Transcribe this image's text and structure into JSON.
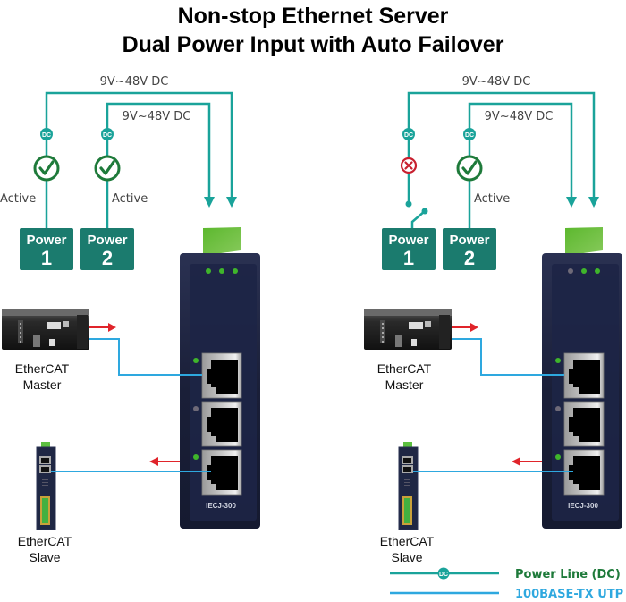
{
  "title": {
    "line1": "Non-stop Ethernet Server",
    "line2": "Dual Power Input with Auto Failover"
  },
  "colors": {
    "power_line": "#1aa39a",
    "utp_line": "#2ea8df",
    "active_green": "#1e7a3a",
    "fail_red": "#c8202f",
    "power_box": "#1b7b6e",
    "arrow_red": "#e0242a",
    "device_body": "#1f2744",
    "connector_green": "#6abf3c"
  },
  "scenarios": [
    {
      "voltage_outer": "9V~48V DC",
      "voltage_inner": "9V~48V DC",
      "dc_badge": "DC",
      "power1": {
        "label": "Power",
        "number": "1",
        "status": "Active",
        "state": "ok"
      },
      "power2": {
        "label": "Power",
        "number": "2",
        "status": "Active",
        "state": "ok"
      },
      "device_model": "IECJ-300",
      "top_leds": [
        "on",
        "on",
        "on"
      ],
      "port_leds": [
        "on",
        "off",
        "on"
      ],
      "master_label": [
        "EtherCAT",
        "Master"
      ],
      "slave_label": [
        "EtherCAT",
        "Slave"
      ]
    },
    {
      "voltage_outer": "9V~48V DC",
      "voltage_inner": "9V~48V DC",
      "dc_badge": "DC",
      "power1": {
        "label": "Power",
        "number": "1",
        "status": "",
        "state": "fail"
      },
      "power2": {
        "label": "Power",
        "number": "2",
        "status": "Active",
        "state": "ok"
      },
      "device_model": "IECJ-300",
      "top_leds": [
        "off",
        "on",
        "on"
      ],
      "port_leds": [
        "on",
        "off",
        "on"
      ],
      "master_label": [
        "EtherCAT",
        "Master"
      ],
      "slave_label": [
        "EtherCAT",
        "Slave"
      ]
    }
  ],
  "legend": {
    "power_line_label": "Power Line (DC)",
    "utp_label": "100BASE-TX UTP",
    "dc_badge": "DC"
  }
}
